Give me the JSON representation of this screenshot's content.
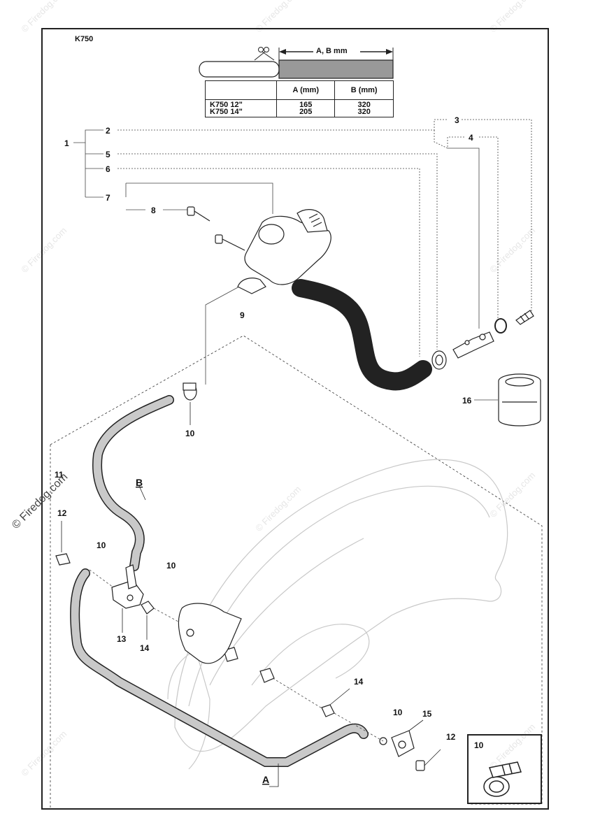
{
  "model_label": "K750",
  "dimension": {
    "label": "A, B mm",
    "header": [
      "",
      "A (mm)",
      "B (mm)"
    ],
    "rows": [
      {
        "model": "K750 12\"",
        "a": "165",
        "b": "320"
      },
      {
        "model": "K750 14\"",
        "a": "205",
        "b": "320"
      }
    ]
  },
  "callouts": {
    "c1": "1",
    "c2": "2",
    "c3": "3",
    "c4": "4",
    "c5": "5",
    "c6": "6",
    "c7": "7",
    "c8": "8",
    "c9": "9",
    "c10a": "10",
    "c10b": "10",
    "c10c": "10",
    "c10d": "10",
    "c11": "11",
    "c12a": "12",
    "c12b": "12",
    "c13": "13",
    "c14a": "14",
    "c14b": "14",
    "c15": "15",
    "c16": "16",
    "hoseA": "A",
    "hoseB": "B",
    "inset10": "10"
  },
  "watermark": "© Firedog.com",
  "side_copyright": "© Firedog.com"
}
